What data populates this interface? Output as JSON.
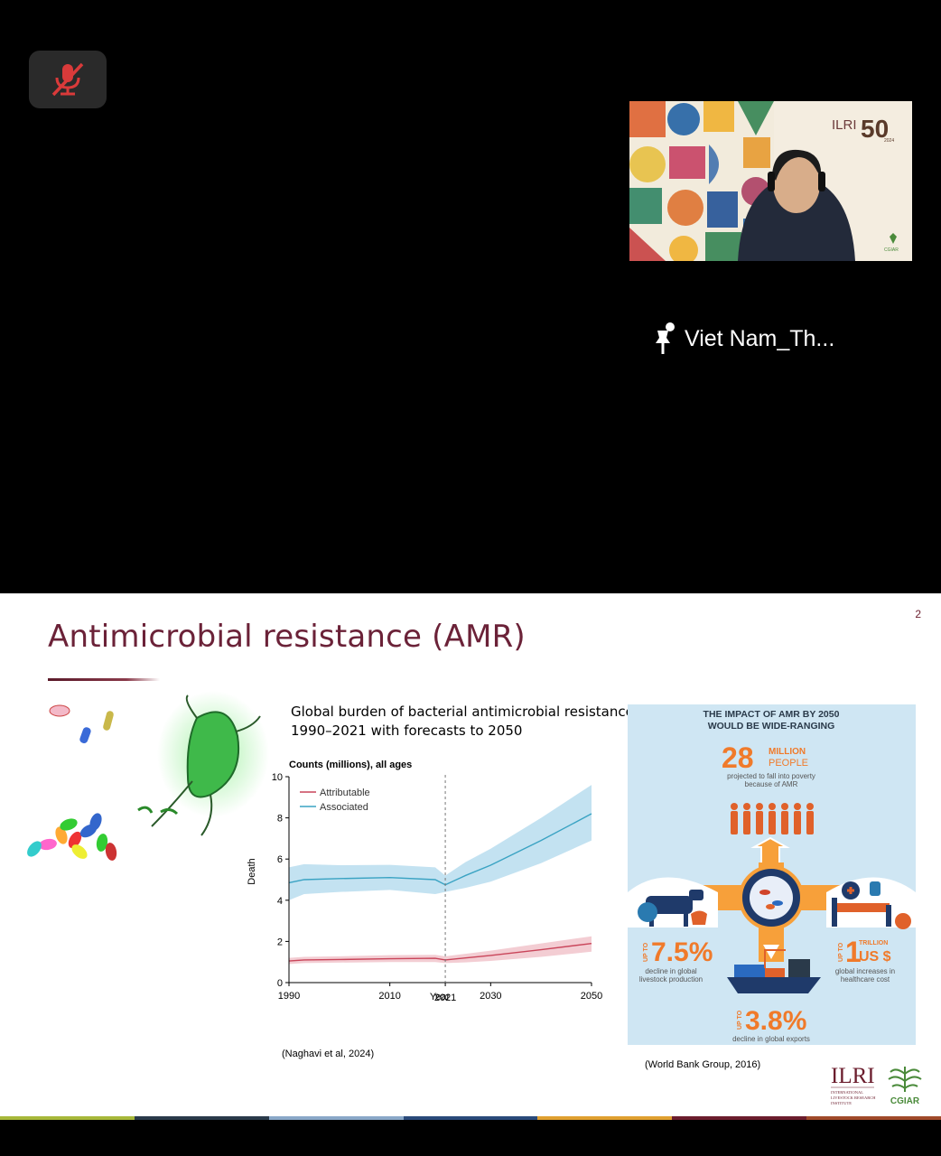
{
  "meeting": {
    "participant_name": "Viet Nam_Th...",
    "tile_logo_text": "ILRI",
    "tile_logo_number": "50",
    "tile_logo_year": "2024",
    "tile_cgiar": "CGIAR"
  },
  "slide": {
    "page_number": "2",
    "title": "Antimicrobial resistance (AMR)",
    "chart_caption_line1": "Global burden of bacterial antimicrobial resistance",
    "chart_caption_line2": "1990–2021 with forecasts to 2050",
    "citation_left": "(Naghavi et al, 2024)",
    "citation_right": "(World Bank Group, 2016)",
    "logo_ilri": "ILRI",
    "logo_ilri_sub1": "INTERNATIONAL",
    "logo_ilri_sub2": "LIVESTOCK RESEARCH",
    "logo_ilri_sub3": "INSTITUTE",
    "logo_cgiar": "CGIAR"
  },
  "infographic": {
    "heading_line1": "THE IMPACT OF AMR BY 2050",
    "heading_line2": "WOULD BE WIDE-RANGING",
    "people_number": "28",
    "people_unit1": "MILLION",
    "people_unit2": "PEOPLE",
    "people_desc1": "projected to fall into poverty",
    "people_desc2": "because of AMR",
    "livestock_upto": "UP TO",
    "livestock_value": "7.5%",
    "livestock_desc1": "decline in global",
    "livestock_desc2": "livestock production",
    "health_upto": "UP TO",
    "health_value": "1",
    "health_unit1": "TRILLION",
    "health_unit2": "US $",
    "health_desc1": "global increases in",
    "health_desc2": "healthcare cost",
    "exports_upto": "UP TO",
    "exports_value": "3.8%",
    "exports_desc": "decline in global exports"
  },
  "colors": {
    "title": "#6b2238",
    "infographic_bg": "#cfe6f3",
    "infographic_orange": "#f07a2a",
    "associated": "#3aa3c3",
    "associated_band": "#b9ddee",
    "attributable": "#c9455a",
    "attributable_band": "#f1c4cb"
  },
  "chart_data": {
    "type": "line",
    "title": "Counts (millions), all ages",
    "xlabel": "Year",
    "ylabel": "Death",
    "xlim": [
      1990,
      2050
    ],
    "ylim": [
      0,
      10
    ],
    "x_ticks": [
      1990,
      2010,
      2021,
      2030,
      2050
    ],
    "y_ticks": [
      0,
      2,
      4,
      6,
      8,
      10
    ],
    "forecast_divider_year": 2021,
    "legend_position": "top-left",
    "series": [
      {
        "name": "Attributable",
        "x": [
          1990,
          1993,
          2000,
          2010,
          2019,
          2021,
          2025,
          2030,
          2040,
          2050
        ],
        "values": [
          1.05,
          1.1,
          1.12,
          1.16,
          1.18,
          1.1,
          1.2,
          1.32,
          1.6,
          1.9
        ],
        "lower": [
          0.9,
          0.95,
          0.97,
          1.0,
          1.0,
          0.95,
          0.98,
          1.05,
          1.25,
          1.5
        ],
        "upper": [
          1.2,
          1.25,
          1.28,
          1.33,
          1.35,
          1.28,
          1.4,
          1.55,
          1.9,
          2.25
        ]
      },
      {
        "name": "Associated",
        "x": [
          1990,
          1993,
          2000,
          2010,
          2019,
          2021,
          2025,
          2030,
          2040,
          2050
        ],
        "values": [
          4.85,
          5.0,
          5.05,
          5.1,
          5.0,
          4.75,
          5.2,
          5.7,
          6.9,
          8.2
        ],
        "lower": [
          4.0,
          4.3,
          4.4,
          4.5,
          4.3,
          4.4,
          4.6,
          4.9,
          5.8,
          6.9
        ],
        "upper": [
          5.6,
          5.75,
          5.7,
          5.72,
          5.6,
          5.2,
          5.85,
          6.5,
          8.0,
          9.6
        ]
      }
    ]
  }
}
